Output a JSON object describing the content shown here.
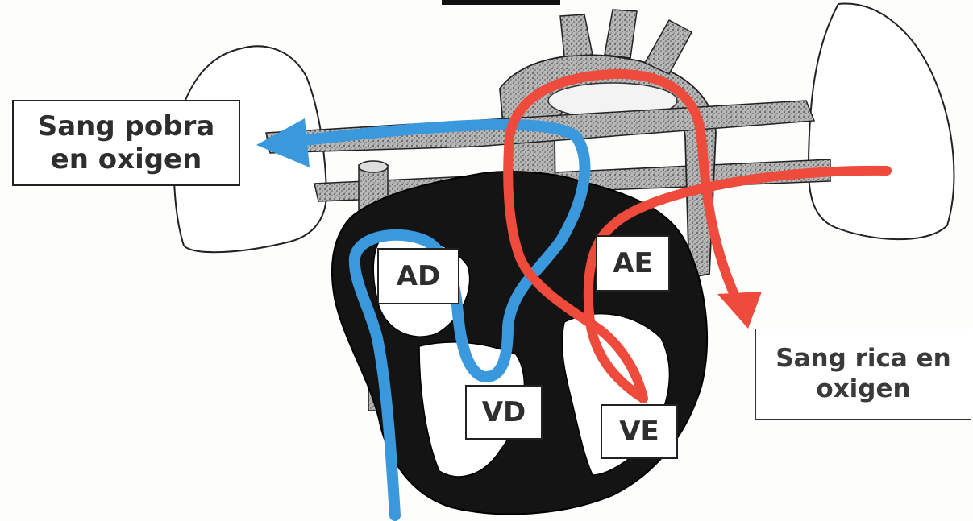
{
  "labels": {
    "poor_blood": "Sang pobra en oxigen",
    "rich_blood": "Sang rica en oxigen",
    "ad": "AD",
    "ae": "AE",
    "vd": "VD",
    "ve": "VE"
  },
  "colors": {
    "deoxygenated": "#3a98dc",
    "oxygenated": "#ee4b3c",
    "heart": "#141414",
    "vessels": "#9a9a9a"
  }
}
